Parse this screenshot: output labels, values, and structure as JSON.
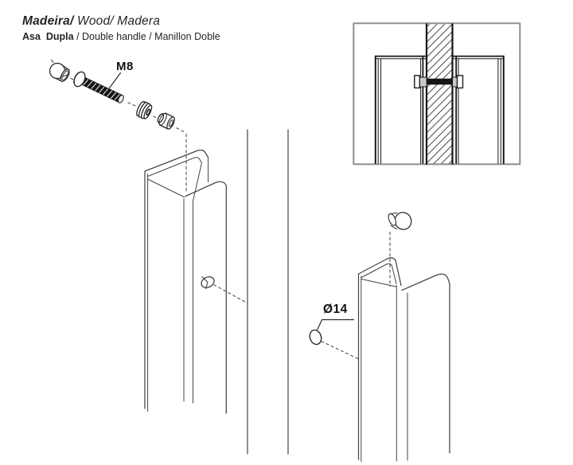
{
  "header": {
    "title": {
      "part_bold": "Madeira/",
      "part_rest": " Wood/ Madera"
    },
    "subtitle": {
      "part_bold": "Asa  Dupla",
      "part_rest": " / Double handle / Manillon Doble"
    }
  },
  "annotations": {
    "bolt_label": "M8",
    "hole_label": "Ø14"
  },
  "colors": {
    "line": "#454545",
    "dashed_line": "#4f4f4f",
    "bolt_fill": "#151515",
    "detail_box_border": "#8f8f8f",
    "section_fitting_grey": "#c9c9c9",
    "text": "#242424"
  }
}
